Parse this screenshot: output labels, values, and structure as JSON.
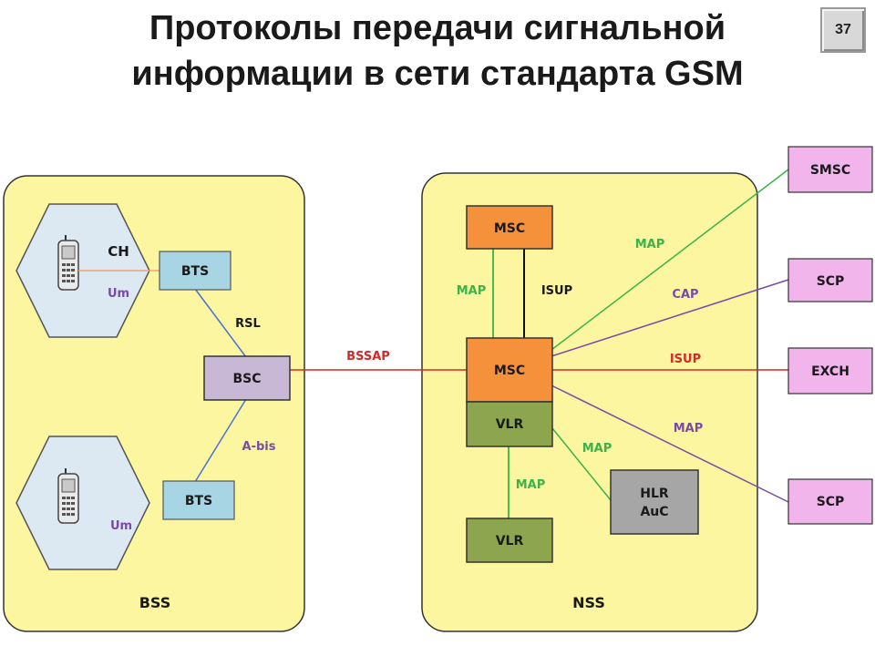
{
  "title": {
    "line1": "Протоколы передачи сигнальной",
    "line2": "информации в сети стандарта GSM"
  },
  "page_number": "37",
  "colors": {
    "zone_fill": "#fcf6a0",
    "msc": "#f5913a",
    "vlr": "#8da54f",
    "bts": "#a7d5e3",
    "bsc": "#c9b7d6",
    "hlr": "#a6a6a6",
    "external": "#f1b5ec",
    "green_link": "#3bb24a",
    "purple_link": "#7a4aa8",
    "red_link": "#d12a2a"
  },
  "zones": {
    "bss": "BSS",
    "nss": "NSS"
  },
  "cells": {
    "top": {
      "channel": "CH",
      "interface": "Um"
    },
    "bottom": {
      "interface": "Um"
    }
  },
  "nodes": {
    "bts_top": "BTS",
    "bts_bottom": "BTS",
    "bsc": "BSC",
    "msc_top": "MSC",
    "msc_main": "MSC",
    "vlr_main": "VLR",
    "vlr_bottom": "VLR",
    "hlr_line1": "HLR",
    "hlr_line2": "AuC",
    "smsc": "SMSC",
    "scp_top": "SCP",
    "exch": "EXCH",
    "scp_bottom": "SCP"
  },
  "links": {
    "rsl": "RSL",
    "abis": "A-bis",
    "bssap": "BSSAP",
    "map_msc_left": "MAP",
    "isup_msc": "ISUP",
    "map_smsc": "MAP",
    "cap_scp": "CAP",
    "isup_exch": "ISUP",
    "map_scp": "MAP",
    "map_hlr": "MAP",
    "map_vlr": "MAP"
  }
}
